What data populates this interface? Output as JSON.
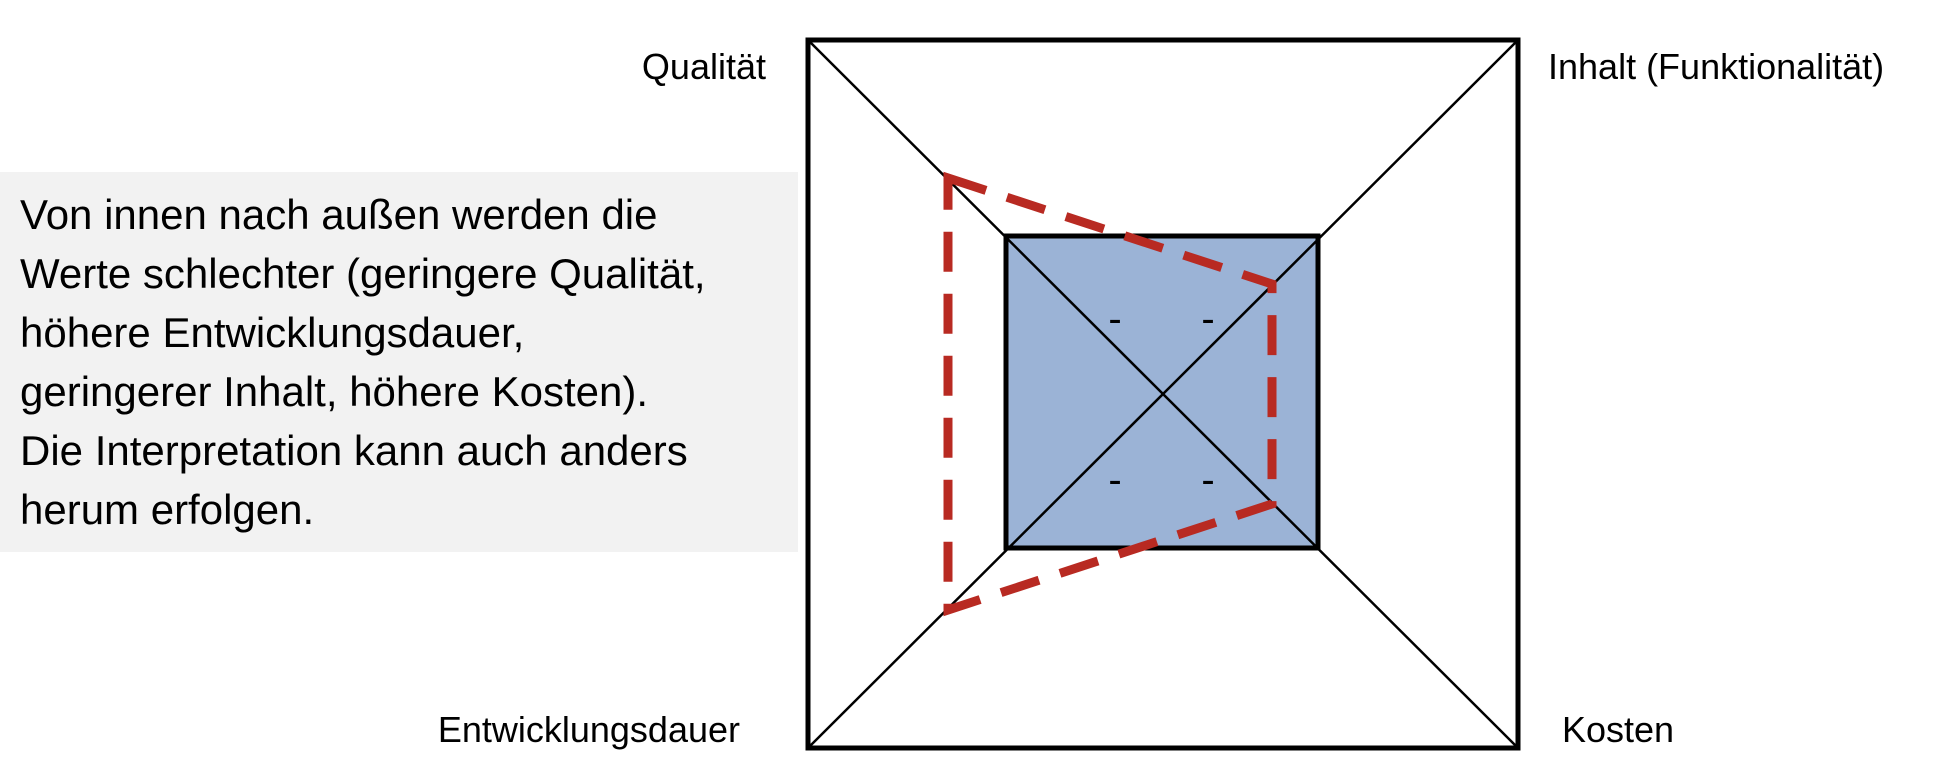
{
  "labels": {
    "quality": "Qualität",
    "content": "Inhalt (Funktionalität)",
    "duration": "Entwicklungsdauer",
    "costs": "Kosten"
  },
  "note": {
    "line1": "Von innen nach außen werden die",
    "line2": "Werte schlechter (geringere Qualität,",
    "line3": "höhere Entwicklungsdauer,",
    "line4": "geringerer Inhalt, höhere Kosten).",
    "line5": "Die Interpretation kann auch anders",
    "line6": "herum erfolgen."
  },
  "marks": {
    "minus_tl": "-",
    "minus_tr": "-",
    "minus_bl": "-",
    "minus_br": "-"
  },
  "colors": {
    "inner_fill": "#9bb3d6",
    "dashed_line": "#b82a22",
    "note_background": "#f2f2f2"
  }
}
